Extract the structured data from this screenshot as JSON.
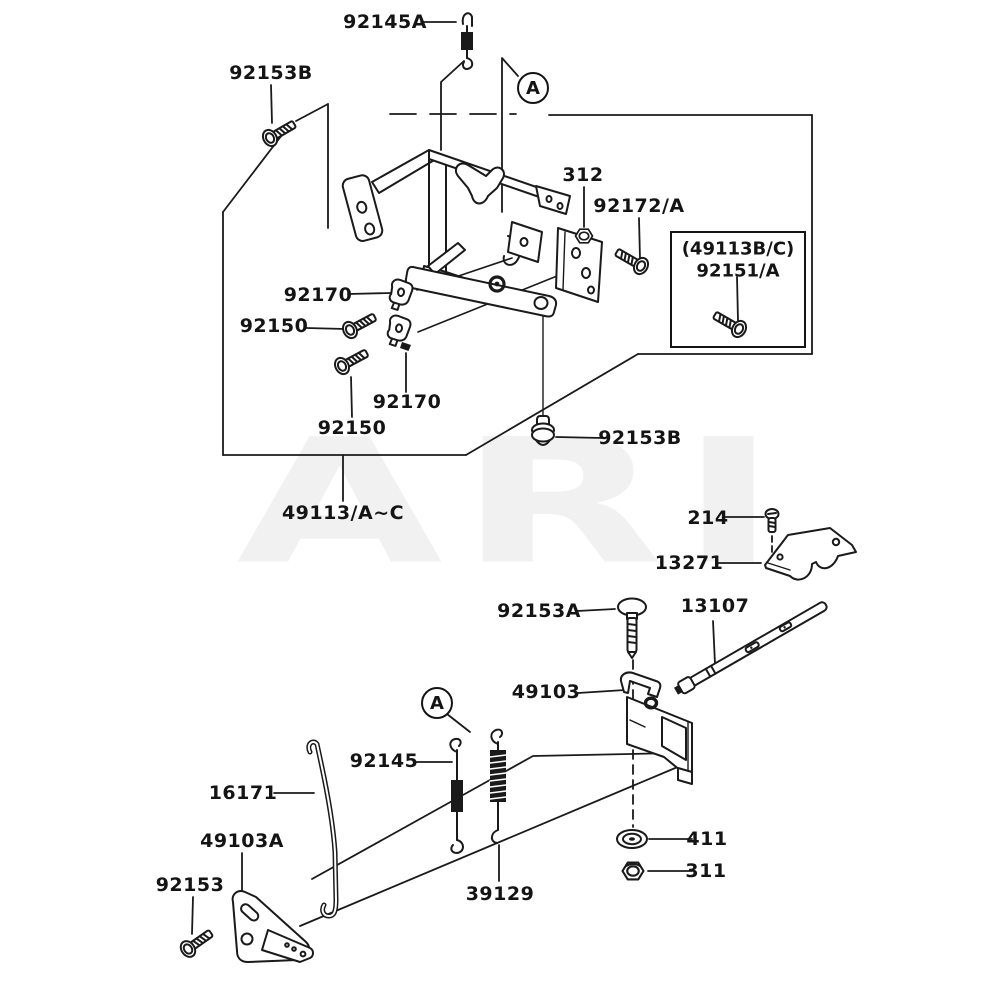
{
  "diagram": {
    "watermark": "ARI",
    "reference_marker": "A",
    "inset_box": {
      "line1": "(49113B/C)",
      "line2": "92151/A"
    },
    "labels": {
      "l92145a": "92145A",
      "l92153b_top": "92153B",
      "l312": "312",
      "l92172a": "92172/A",
      "l92170_a": "92170",
      "l92150_a": "92150",
      "l92170_b": "92170",
      "l92150_b": "92150",
      "l92153b_bottom": "92153B",
      "l49113ac": "49113/A~C",
      "l214": "214",
      "l13271": "13271",
      "l92153a": "92153A",
      "l13107": "13107",
      "l49103": "49103",
      "l92145": "92145",
      "l16171": "16171",
      "l49103a": "49103A",
      "l92153": "92153",
      "l39129": "39129",
      "l411": "411",
      "l311": "311"
    }
  }
}
